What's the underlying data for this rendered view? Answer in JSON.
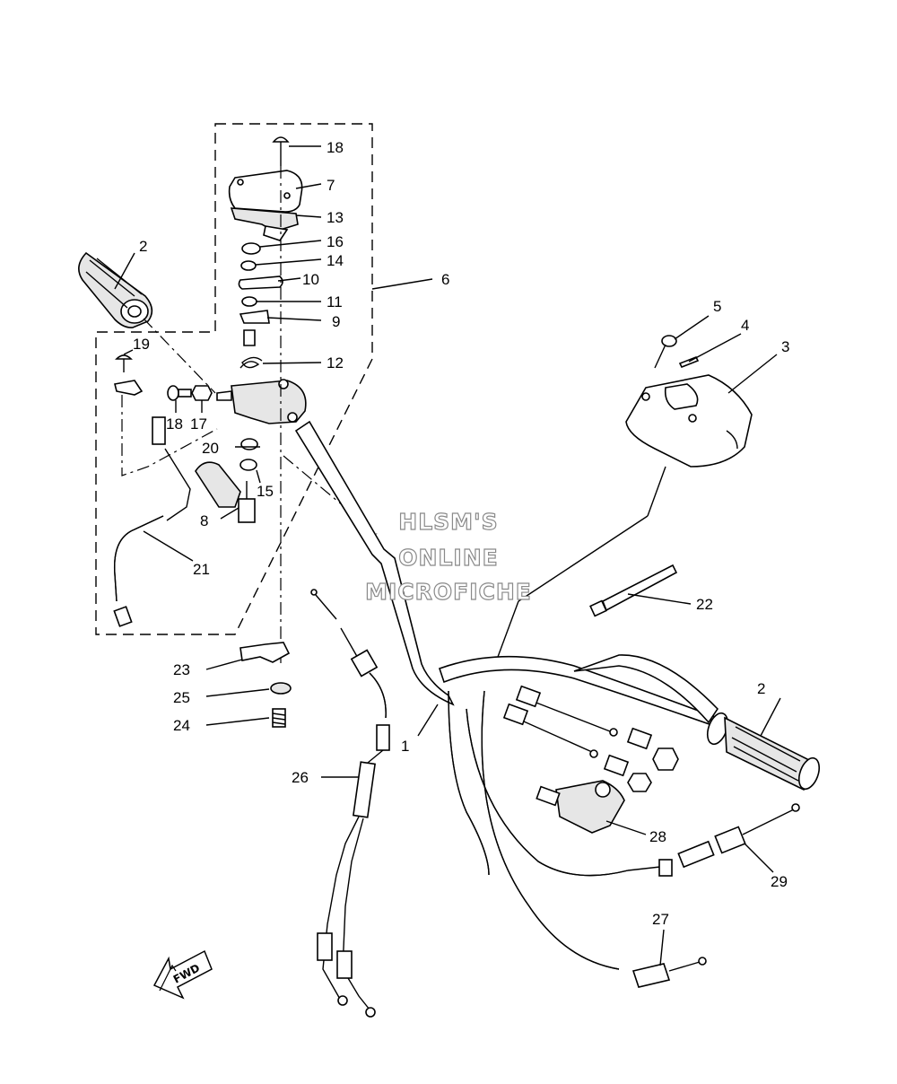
{
  "callouts": [
    "1",
    "2",
    "2",
    "3",
    "4",
    "5",
    "6",
    "7",
    "8",
    "9",
    "10",
    "11",
    "12",
    "13",
    "14",
    "15",
    "16",
    "17",
    "18",
    "18",
    "19",
    "20",
    "21",
    "22",
    "23",
    "24",
    "25",
    "26",
    "27",
    "28",
    "29"
  ],
  "watermark": {
    "line1": "HLSM'S",
    "line2": "ONLINE",
    "line3": "MICROFICHE"
  },
  "direction_badge": {
    "label": "FWD",
    "icon": "arrow-forward-icon"
  }
}
